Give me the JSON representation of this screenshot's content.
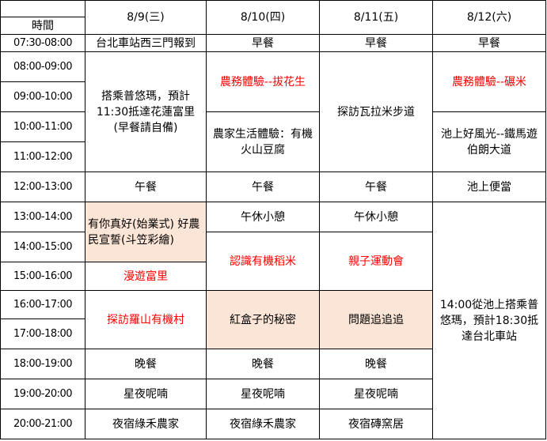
{
  "header": {
    "time_label": "時間",
    "days": [
      "8/9(三)",
      "8/10(四)",
      "8/11(五)",
      "8/12(六)"
    ]
  },
  "times": [
    "07:30-08:00",
    "08:00-09:00",
    "09:00-10:00",
    "10:00-11:00",
    "11:00-12:00",
    "12:00-13:00",
    "13:00-14:00",
    "14:00-15:00",
    "15:00-16:00",
    "16:00-17:00",
    "17:00-18:00",
    "18:00-19:00",
    "19:00-20:00",
    "20:00-21:00"
  ],
  "d1": {
    "checkin": "台北車站西三門報到",
    "travel": "搭乘普悠瑪，預計11:30抵達花蓮富里(早餐請自備)",
    "lunch": "午餐",
    "opening": "有你真好(始業式) 好農民宣誓(斗笠彩繪)",
    "wander": "漫遊富里",
    "luoshan": "探訪羅山有機村",
    "dinner": "晚餐",
    "night": "星夜呢喃",
    "stay": "夜宿綠禾農家"
  },
  "d2": {
    "breakfast": "早餐",
    "peanut": "農務體驗--拔花生",
    "tofu": "農家生活體驗：有機火山豆腐",
    "lunch": "午餐",
    "rest": "午休小憩",
    "rice": "認識有機稻米",
    "redbox": "紅盒子的秘密",
    "dinner": "晚餐",
    "night": "星夜呢喃",
    "stay": "夜宿綠禾農家"
  },
  "d3": {
    "breakfast": "早餐",
    "trail": "探訪瓦拉米步道",
    "lunch": "午餐",
    "rest": "午休小憩",
    "sports": "親子運動會",
    "quiz": "問題追追追",
    "dinner": "晚餐",
    "night": "星夜呢喃",
    "stay": "夜宿磚窯居"
  },
  "d4": {
    "breakfast": "早餐",
    "mill": "農務體驗--碾米",
    "bike": "池上好風光--鐵馬遊伯朗大道",
    "lunch": "池上便當",
    "return": "14:00從池上搭乘普悠瑪，預計18:30抵達台北車站"
  },
  "colors": {
    "highlight": "#fbe5d6",
    "activity": "#ff0000"
  }
}
